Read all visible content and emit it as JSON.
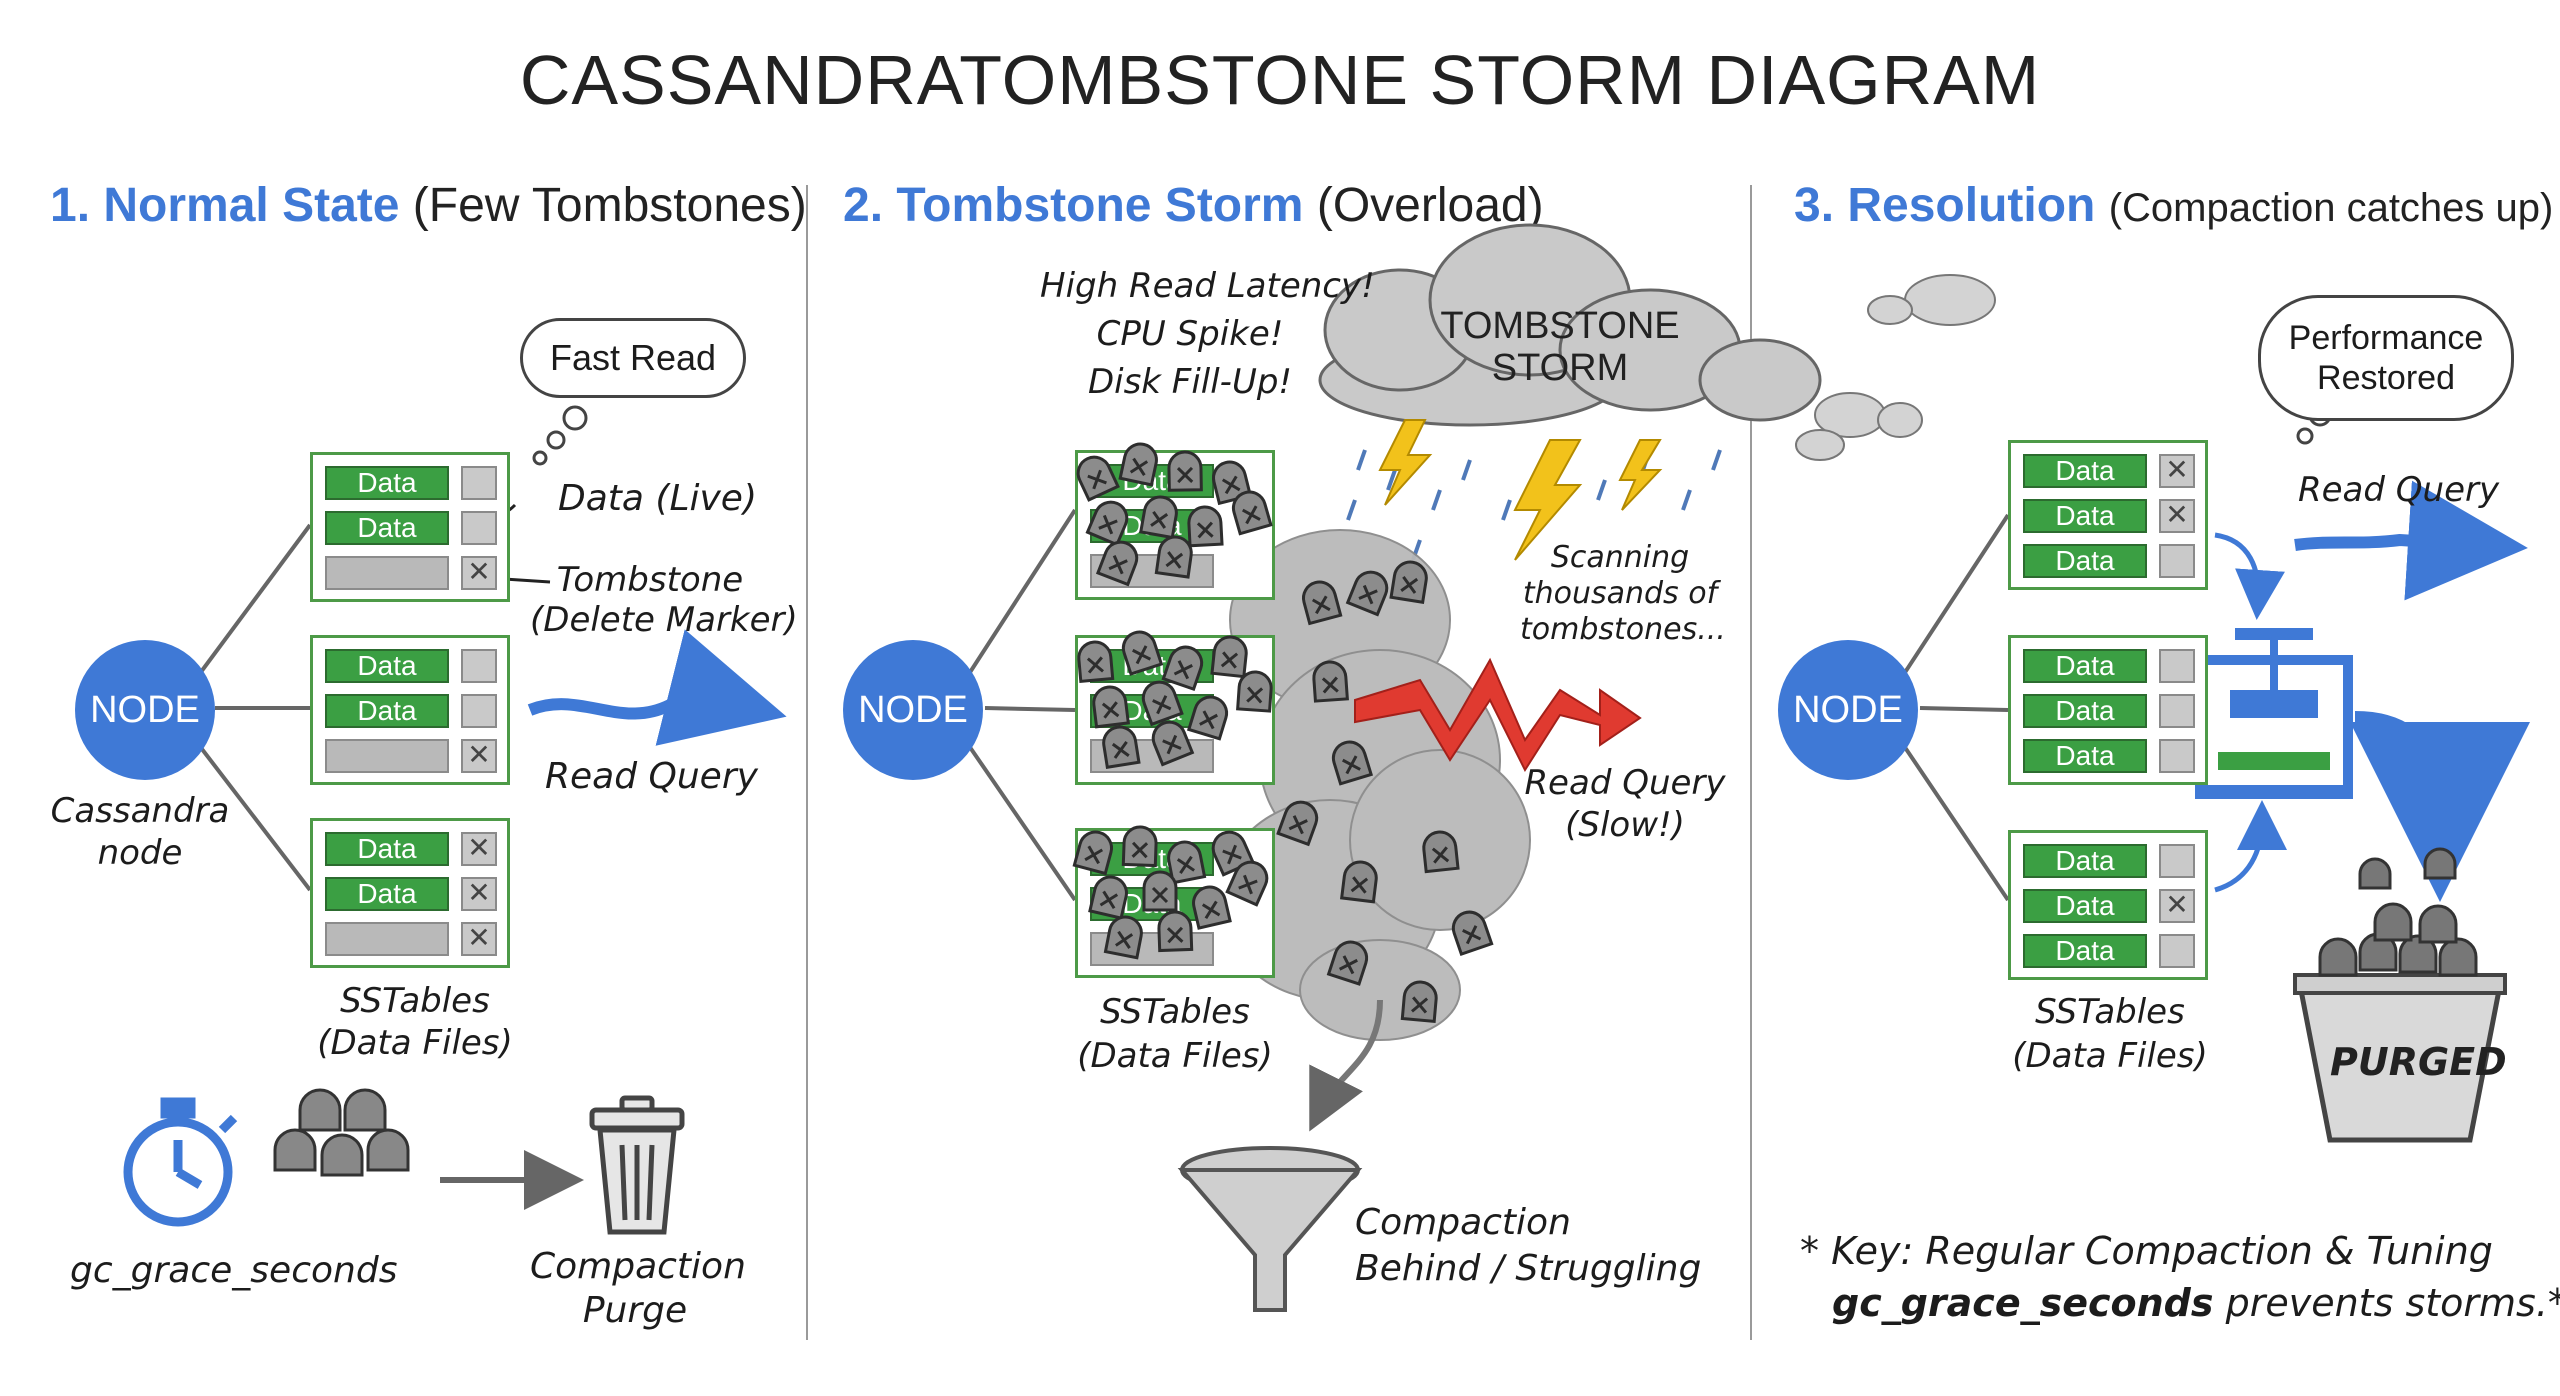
{
  "title": "CASSANDRATOMBSTONE STORM DIAGRAM",
  "sections": [
    {
      "num_title": "1. Normal State",
      "subtitle": "(Few Tombstones)"
    },
    {
      "num_title": "2. Tombstone Storm",
      "subtitle": "(Overload)"
    },
    {
      "num_title": "3. Resolution",
      "subtitle": "(Compaction catches up)"
    }
  ],
  "node_label": "NODE",
  "data_label": "Data",
  "panel1": {
    "bubble": "Fast Read",
    "data_live": "Data (Live)",
    "tombstone_1": "Tombstone",
    "tombstone_2": "(Delete Marker)",
    "read_query": "Read Query",
    "node_caption_1": "Cassandra",
    "node_caption_2": "node",
    "sstables_1": "SSTables",
    "sstables_2": "(Data Files)",
    "gc_label": "gc_grace_seconds",
    "purge_1": "Compaction",
    "purge_2": "Purge"
  },
  "panel2": {
    "alert_1": "High Read Latency!",
    "alert_2": "CPU Spike!",
    "alert_3": "Disk Fill-Up!",
    "cloud_1": "TOMBSTONE",
    "cloud_2": "STORM",
    "scan_1": "Scanning",
    "scan_2": "thousands of",
    "scan_3": "tombstones...",
    "read_query_1": "Read Query",
    "read_query_2": "(Slow!)",
    "sstables_1": "SSTables",
    "sstables_2": "(Data Files)",
    "compaction_1": "Compaction",
    "compaction_2": "Behind / Struggling"
  },
  "panel3": {
    "bubble_1": "Performance",
    "bubble_2": "Restored",
    "read_query": "Read Query",
    "sstables_1": "SSTables",
    "sstables_2": "(Data Files)",
    "bin_label": "PURGED",
    "key_1": "* Key: Regular Compaction & Tuning",
    "key_2_bold": "gc_grace_seconds",
    "key_2_rest": " prevents storms.*"
  },
  "colors": {
    "accent_blue": "#3f79d6",
    "data_green": "#3b9f43",
    "storm_red": "#e03a30",
    "lightning": "#f2c21b"
  }
}
